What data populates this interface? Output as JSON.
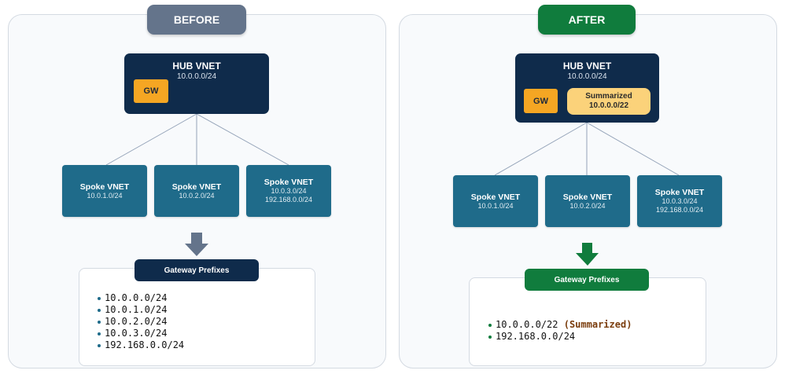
{
  "before": {
    "tag": "BEFORE",
    "hub": {
      "title": "HUB VNET",
      "cidr": "10.0.0.0/24",
      "gateway": "GW"
    },
    "spokes": [
      {
        "title": "Spoke VNET",
        "cidrs": [
          "10.0.1.0/24"
        ]
      },
      {
        "title": "Spoke VNET",
        "cidrs": [
          "10.0.2.0/24"
        ]
      },
      {
        "title": "Spoke VNET",
        "cidrs": [
          "10.0.3.0/24",
          "192.168.0.0/24"
        ]
      }
    ],
    "prefixes_title": "Gateway Prefixes",
    "prefixes": [
      {
        "prefix": "10.0.0.0/24"
      },
      {
        "prefix": "10.0.1.0/24"
      },
      {
        "prefix": "10.0.2.0/24"
      },
      {
        "prefix": "10.0.3.0/24"
      },
      {
        "prefix": "192.168.0.0/24"
      }
    ]
  },
  "after": {
    "tag": "AFTER",
    "hub": {
      "title": "HUB VNET",
      "cidr": "10.0.0.0/24",
      "gateway": "GW",
      "summary_label": "Summarized",
      "summary_cidr": "10.0.0.0/22"
    },
    "spokes": [
      {
        "title": "Spoke VNET",
        "cidrs": [
          "10.0.1.0/24"
        ]
      },
      {
        "title": "Spoke VNET",
        "cidrs": [
          "10.0.2.0/24"
        ]
      },
      {
        "title": "Spoke VNET",
        "cidrs": [
          "10.0.3.0/24",
          "192.168.0.0/24"
        ]
      }
    ],
    "prefixes_title": "Gateway Prefixes",
    "prefixes": [
      {
        "prefix": "10.0.0.0/22",
        "note": "(Summarized)"
      },
      {
        "prefix": "192.168.0.0/24"
      }
    ]
  },
  "colors": {
    "before_accent": "#64748b",
    "after_accent": "#107c3d",
    "hub": "#0f2b4b",
    "spoke": "#1f6b8a",
    "gateway": "#f5a623",
    "summary": "#fbd27a"
  },
  "icons": {
    "down_arrow": "down-arrow-icon",
    "list_bullet": "bullet-icon"
  }
}
